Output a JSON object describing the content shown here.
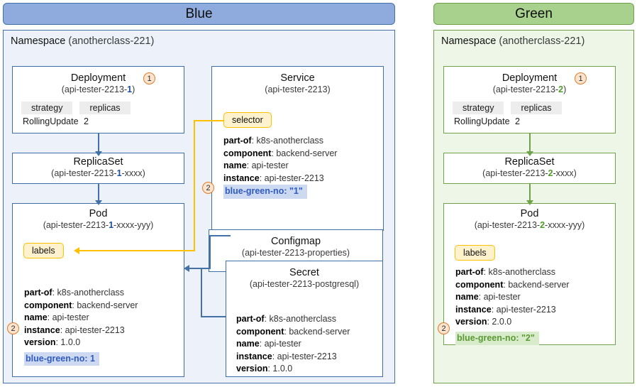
{
  "panels": {
    "blue": {
      "header": "Blue",
      "header_color": "#8FAADC",
      "namespace_label": "Namespace",
      "namespace_value": "(anotherclass-221)",
      "deployment": {
        "title": "Deployment",
        "name_pre": "(api-tester-2213-",
        "name_num": "1",
        "name_post": ")",
        "chip1": "strategy",
        "chip2": "replicas",
        "val1": "RollingUpdate",
        "val2": "2",
        "badge": "1"
      },
      "replicaset": {
        "title": "ReplicaSet",
        "name_pre": "(api-tester-2213-",
        "name_num": "1",
        "name_post": "-xxxx)"
      },
      "pod": {
        "title": "Pod",
        "name_pre": "(api-tester-2213-",
        "name_num": "1",
        "name_post": "-xxxx-yyy)",
        "tag": "labels",
        "labels": [
          {
            "k": "part-of",
            "v": "k8s-anotherclass"
          },
          {
            "k": "component",
            "v": "backend-server"
          },
          {
            "k": "name",
            "v": "api-tester"
          },
          {
            "k": "instance",
            "v": "api-tester-2213"
          },
          {
            "k": "version",
            "v": "1.0.0"
          }
        ],
        "bluegreen": "blue-green-no:  1",
        "badge": "2"
      },
      "service": {
        "title": "Service",
        "name": "(api-tester-2213)",
        "tag": "selector",
        "labels": [
          {
            "k": "part-of",
            "v": "k8s-anotherclass"
          },
          {
            "k": "component",
            "v": "backend-server"
          },
          {
            "k": "name",
            "v": "api-tester"
          },
          {
            "k": "instance",
            "v": "api-tester-2213"
          }
        ],
        "bluegreen": "blue-green-no: \"1\"",
        "badge": "2"
      },
      "configmap": {
        "title": "Configmap",
        "name": "(api-tester-2213-properties)"
      },
      "secret": {
        "title": "Secret",
        "name": "(api-tester-2213-postgresql)",
        "labels": [
          {
            "k": "part-of",
            "v": "k8s-anotherclass"
          },
          {
            "k": "component",
            "v": "backend-server"
          },
          {
            "k": "name",
            "v": "api-tester"
          },
          {
            "k": "instance",
            "v": "api-tester-2213"
          },
          {
            "k": "version",
            "v": "1.0.0"
          }
        ]
      }
    },
    "green": {
      "header": "Green",
      "header_color": "#A9D18E",
      "namespace_label": "Namespace",
      "namespace_value": "(anotherclass-221)",
      "deployment": {
        "title": "Deployment",
        "name_pre": "(api-tester-2213-",
        "name_num": "2",
        "name_post": ")",
        "chip1": "strategy",
        "chip2": "replicas",
        "val1": "RollingUpdate",
        "val2": "2",
        "badge": "1"
      },
      "replicaset": {
        "title": "ReplicaSet",
        "name_pre": "(api-tester-2213-",
        "name_num": "2",
        "name_post": "-xxxx)"
      },
      "pod": {
        "title": "Pod",
        "name_pre": "(api-tester-2213-",
        "name_num": "2",
        "name_post": "-xxxx-yyy)",
        "tag": "labels",
        "labels": [
          {
            "k": "part-of",
            "v": "k8s-anotherclass"
          },
          {
            "k": "component",
            "v": "backend-server"
          },
          {
            "k": "name",
            "v": "api-tester"
          },
          {
            "k": "instance",
            "v": "api-tester-2213"
          },
          {
            "k": "version",
            "v": "2.0.0"
          }
        ],
        "bluegreen": "blue-green-no: \"2\"",
        "badge": "2"
      }
    }
  }
}
